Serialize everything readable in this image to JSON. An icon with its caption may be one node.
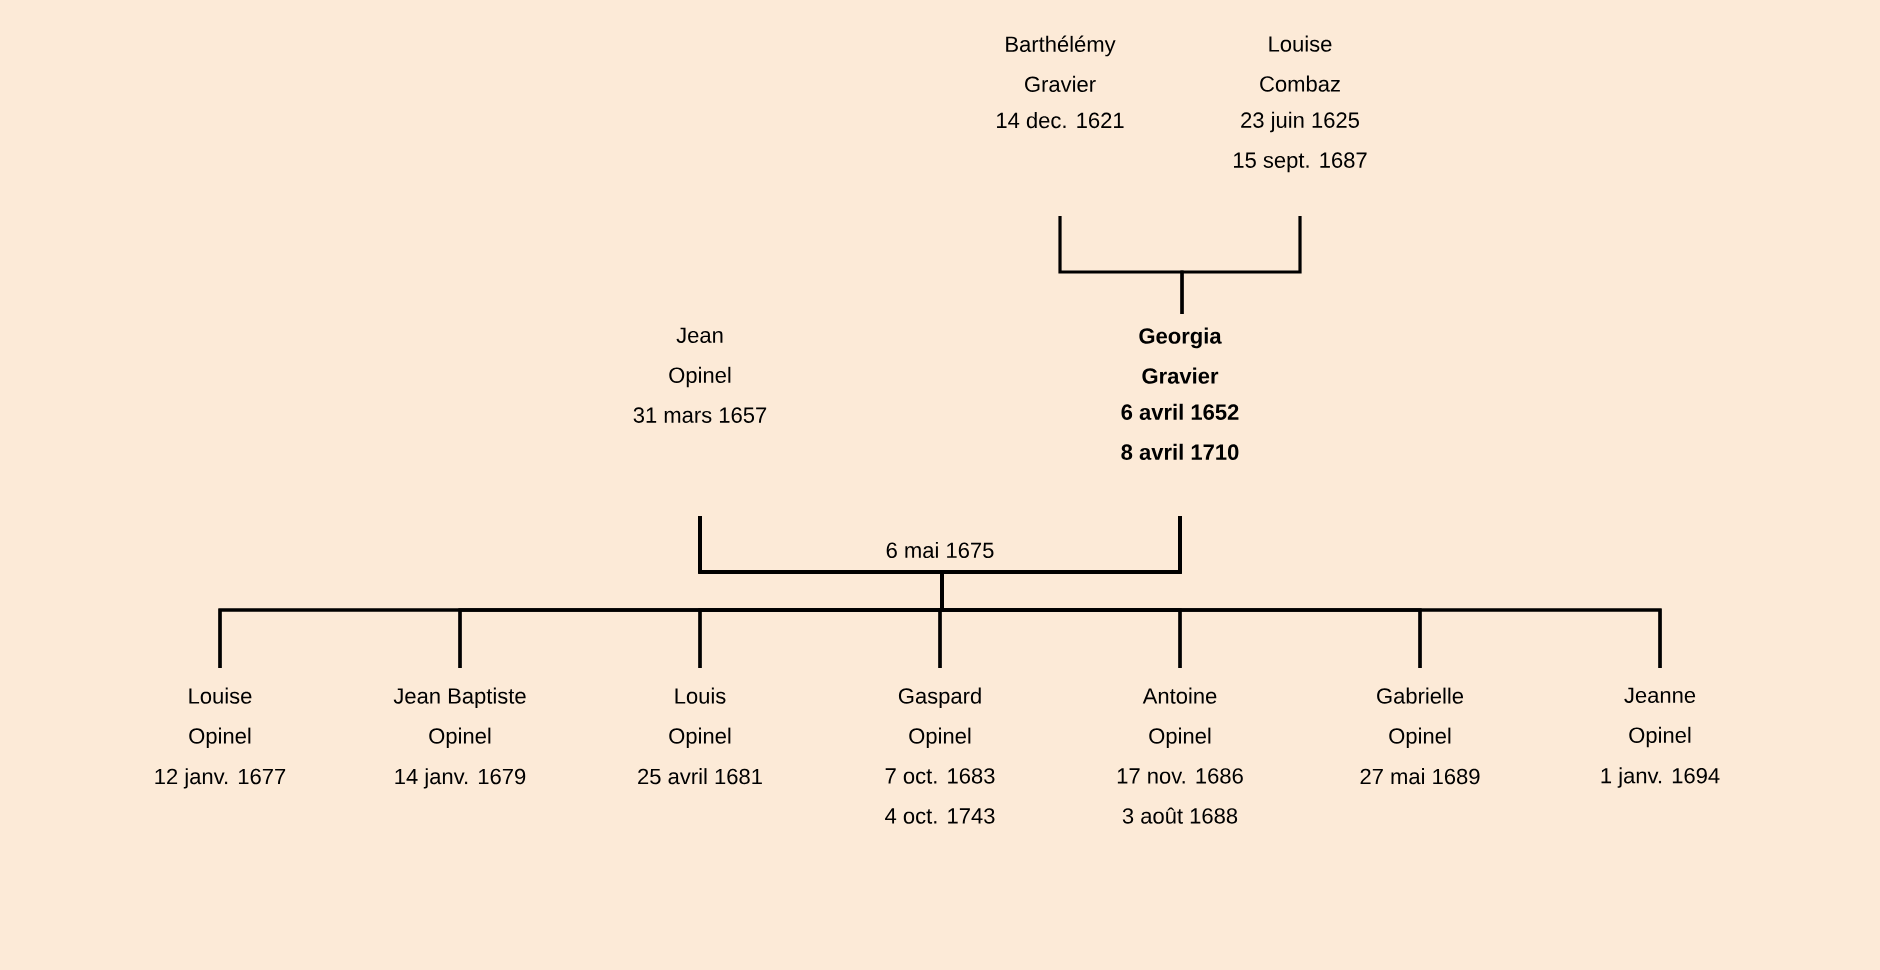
{
  "diagram": {
    "nodes": [
      {
        "text": [
          "Barthélémy Gravier",
          "14 dec. 1621"
        ]
      },
      {
        "text": [
          "Louise Combaz",
          "23 juin 1625 15 sept. 1687"
        ]
      },
      {
        "text": [
          "Jean Opinel",
          "31 mars 1657"
        ]
      },
      {
        "text": [
          "Georgia Gravier",
          "6 avril 1652 8 avril 1710"
        ]
      },
      {
        "text": [
          "Louise Opinel",
          "12 janv. 1677"
        ]
      },
      {
        "text": [
          "Jean Baptiste Opinel",
          "14 janv. 1679"
        ]
      },
      {
        "text": [
          "Louis Opinel",
          "25 avril 1681"
        ]
      },
      {
        "text": [
          "Gaspard Opinel",
          "7 oct. 1683 4 oct. 1743"
        ]
      },
      {
        "text": [
          "Antoine Opinel",
          "17 nov. 1686 3 août 1688"
        ]
      },
      {
        "text": [
          "Gabrielle Opinel",
          "27 mai 1689"
        ]
      },
      {
        "text": [
          "Jeanne Opinel",
          "1 janv. 1694"
        ]
      }
    ],
    "edges": [
      {
        "from": 0,
        "to": 3,
        "arrow": "none"
      },
      {
        "from": 1,
        "to": 3,
        "arrow": "none"
      },
      {
        "from": 2,
        "to": 4,
        "arrow": "none"
      },
      {
        "from": 3,
        "to": 4,
        "arrow": "none"
      },
      {
        "from": 2,
        "to": 5,
        "arrow": "none"
      },
      {
        "from": 3,
        "to": 5,
        "arrow": "none"
      },
      {
        "from": 2,
        "to": 6,
        "arrow": "none"
      },
      {
        "from": 3,
        "to": 6,
        "arrow": "none"
      },
      {
        "from": 2,
        "to": 7,
        "arrow": "none"
      },
      {
        "from": 3,
        "to": 7,
        "arrow": "none"
      },
      {
        "from": 2,
        "to": 8,
        "arrow": "none"
      },
      {
        "from": 3,
        "to": 8,
        "arrow": "none"
      },
      {
        "from": 2,
        "to": 9,
        "arrow": "none"
      },
      {
        "from": 3,
        "to": 9,
        "arrow": "none"
      },
      {
        "from": 2,
        "to": 10,
        "arrow": "none"
      },
      {
        "from": 3,
        "to": 10,
        "arrow": "none"
      }
    ],
    "labels": [
      "6 mai 1675"
    ]
  }
}
